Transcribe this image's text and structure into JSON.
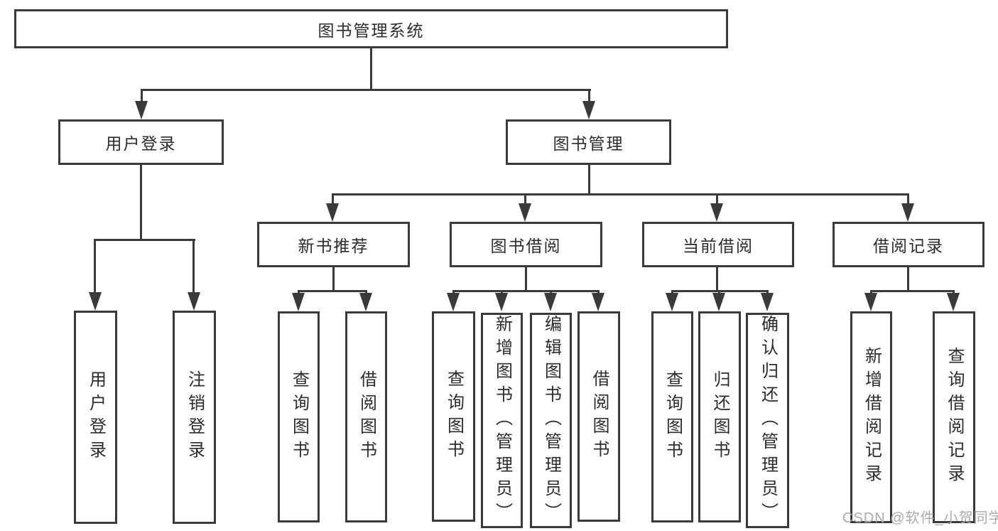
{
  "colors": {
    "line": "#3a3a3a",
    "text": "#2c2c2c",
    "watermark": "#ababab",
    "background": "#ffffff"
  },
  "watermark": {
    "text": "CSDN @软件_小贺同学"
  },
  "tree": {
    "root": {
      "label": "图书管理系统"
    },
    "branches": [
      {
        "label": "用户登录",
        "leaves": [
          "用户登录",
          "注销登录"
        ]
      },
      {
        "label": "图书管理",
        "children": [
          {
            "label": "新书推荐",
            "leaves": [
              "查询图书",
              "借阅图书"
            ]
          },
          {
            "label": "图书借阅",
            "leaves": [
              "查询图书",
              "新增图书（管理员）",
              "编辑图书（管理员）",
              "借阅图书"
            ]
          },
          {
            "label": "当前借阅",
            "leaves": [
              "查询图书",
              "归还图书",
              "确认归还（管理员）"
            ]
          },
          {
            "label": "借阅记录",
            "leaves": [
              "新增借阅记录",
              "查询借阅记录"
            ]
          }
        ]
      }
    ]
  }
}
